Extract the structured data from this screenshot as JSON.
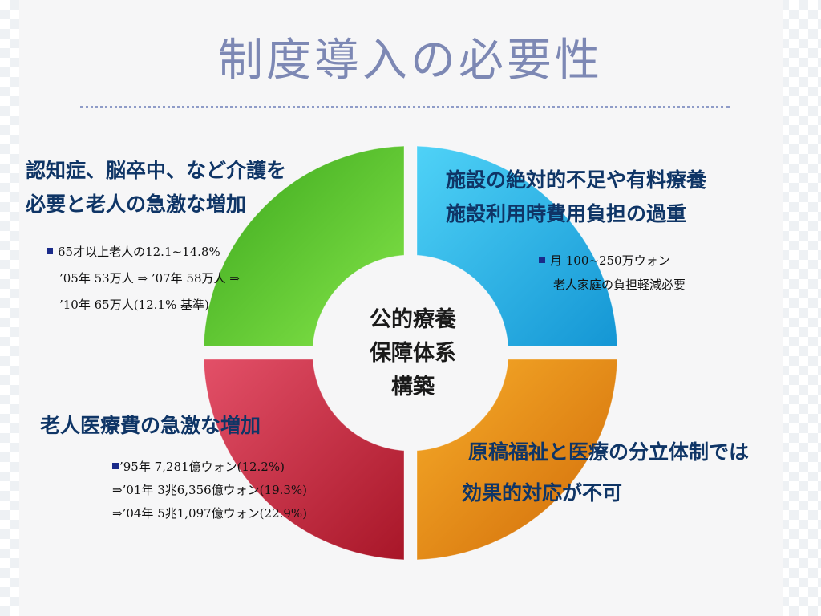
{
  "title": "制度導入の必要性",
  "colors": {
    "green": "#5fc22c",
    "blue": "#26b8ea",
    "red": "#c8283c",
    "orange": "#e88a10",
    "heading_text": "#0f3566",
    "title_text": "#7d88b4"
  },
  "center": {
    "lines": [
      "公的療養",
      "保障体系",
      "構築"
    ]
  },
  "quadrants": {
    "top_left": {
      "color_name": "green",
      "heading": [
        "認知症、脳卒中、など介護を",
        "必要と老人の急激な増加"
      ],
      "body": [
        "65才以上老人の12.1~14.8%",
        "’05年 53万人 ⇒ ’07年 58万人 ⇒",
        "’10年 65万人(12.1% 基準)"
      ]
    },
    "top_right": {
      "color_name": "blue",
      "heading": [
        "施設の絶対的不足や有料療養",
        "施設利用時費用負担の過重"
      ],
      "body": [
        "月 100~250万ウォン",
        "老人家庭の負担軽減必要"
      ]
    },
    "bottom_left": {
      "color_name": "red",
      "heading": [
        "老人医療費の急激な増加"
      ],
      "body": [
        "’95年 7,281億ウォン(12.2%)",
        "⇒’01年 3兆6,356億ウォン(19.3%)",
        "⇒’04年 5兆1,097億ウォン(22.9%)"
      ]
    },
    "bottom_right": {
      "color_name": "orange",
      "heading": [
        "原稿福祉と医療の分立体制では",
        "効果的対応が不可"
      ]
    }
  }
}
